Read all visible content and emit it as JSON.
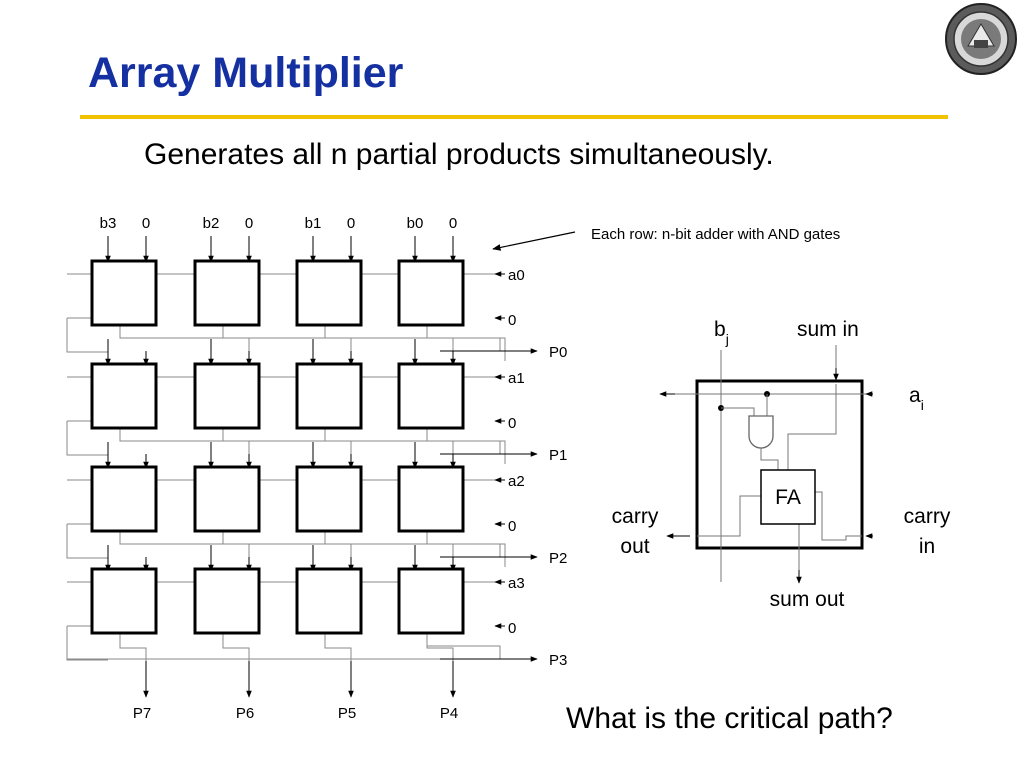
{
  "slide": {
    "title": "Array Multiplier",
    "subtitle": "Generates all n partial products simultaneously.",
    "question": "What is the critical path?",
    "accent_color": "#1530a0",
    "rule_color": "#f2c200",
    "logo": "university-seal-icon"
  },
  "array": {
    "top_inputs": [
      {
        "b": "b3",
        "zero": "0"
      },
      {
        "b": "b2",
        "zero": "0"
      },
      {
        "b": "b1",
        "zero": "0"
      },
      {
        "b": "b0",
        "zero": "0"
      }
    ],
    "rows": [
      {
        "a": "a0",
        "carry_in": "0",
        "product": "P0"
      },
      {
        "a": "a1",
        "carry_in": "0",
        "product": "P1"
      },
      {
        "a": "a2",
        "carry_in": "0",
        "product": "P2"
      },
      {
        "a": "a3",
        "carry_in": "0",
        "product": "P3"
      }
    ],
    "bottom_outputs": [
      "P7",
      "P6",
      "P5",
      "P4"
    ],
    "annotation": "Each row:  n-bit adder with AND gates"
  },
  "cell": {
    "b_label": "b",
    "b_sub": "j",
    "a_label": "a",
    "a_sub": "i",
    "sum_in": "sum in",
    "sum_out": "sum out",
    "carry_out_1": "carry",
    "carry_out_2": "out",
    "carry_in_1": "carry",
    "carry_in_2": "in",
    "adder": "FA"
  }
}
